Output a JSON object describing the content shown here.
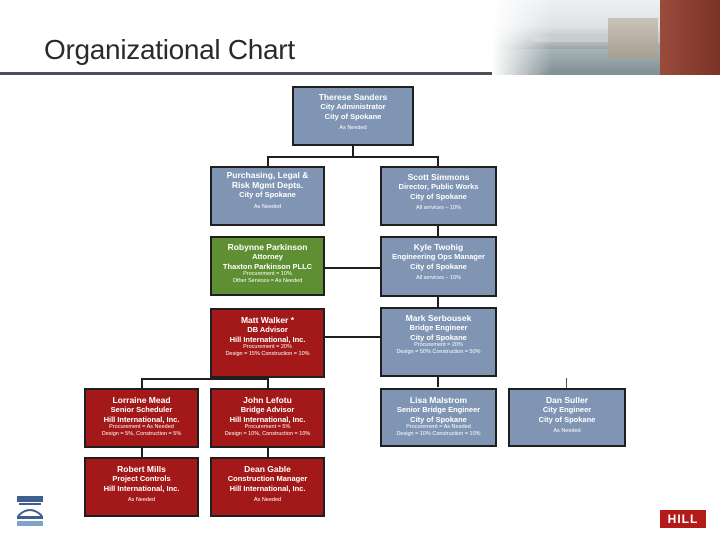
{
  "page": {
    "title": "Organizational Chart"
  },
  "boxes": {
    "sanders": {
      "name": "Therese Sanders",
      "line1": "City Administrator",
      "line2": "City of Spokane",
      "alloc": [
        "As Needed"
      ]
    },
    "purchasing": {
      "name": "Purchasing, Legal &",
      "line1": "Risk Mgmt Depts.",
      "line2": "City of Spokane",
      "alloc": [
        "As Needed"
      ]
    },
    "simmons": {
      "name": "Scott Simmons",
      "line1": "Director, Public Works",
      "line2": "City of Spokane",
      "alloc": [
        "All services – 10%"
      ]
    },
    "parkinson": {
      "name": "Robynne Parkinson",
      "line1": "Attorney",
      "line2": "Thaxton Parkinson PLLC",
      "alloc": [
        "Procurement = 10%",
        "Other Services = As Needed"
      ]
    },
    "twohig": {
      "name": "Kyle Twohig",
      "line1": "Engineering Ops Manager",
      "line2": "City of Spokane",
      "alloc": [
        "All services – 10%"
      ]
    },
    "walker": {
      "name": "Matt Walker *",
      "line1": "DB Advisor",
      "line2": "Hill International, Inc.",
      "alloc": [
        "Procurement = 20%",
        "Design = 15% Construction = 10%"
      ]
    },
    "serbousek": {
      "name": "Mark Serbousek",
      "line1": "Bridge Engineer",
      "line2": "City of Spokane",
      "alloc": [
        "Procurement = 20%",
        "Design = 50% Construction = 50%"
      ]
    },
    "mead": {
      "name": "Lorraine Mead",
      "line1": "Senior Scheduler",
      "line2": "Hill International, Inc.",
      "alloc": [
        "Procurement = As Needed",
        "Design = 5%, Construction = 5%"
      ]
    },
    "lefotu": {
      "name": "John Lefotu",
      "line1": "Bridge Advisor",
      "line2": "Hill International, Inc.",
      "alloc": [
        "Procurement = 5%",
        "Design = 10%, Construction = 10%"
      ]
    },
    "malstrom": {
      "name": "Lisa Malstrom",
      "line1": "Senior Bridge Engineer",
      "line2": "City of Spokane",
      "alloc": [
        "Procurement = As Needed",
        "Design = 10% Construction = 10%"
      ]
    },
    "suller": {
      "name": "Dan Suller",
      "line1": "City Engineer",
      "line2": "City of Spokane",
      "alloc": [
        "As Needed"
      ]
    },
    "mills": {
      "name": "Robert Mills",
      "line1": "Project Controls",
      "line2": "Hill International, Inc.",
      "alloc": [
        "As Needed"
      ]
    },
    "gable": {
      "name": "Dean Gable",
      "line1": "Construction Manager",
      "line2": "Hill International, Inc.",
      "alloc": [
        "As Needed"
      ]
    }
  },
  "logos": {
    "hill": "HILL"
  },
  "colors": {
    "city": "#7f95b3",
    "attorney": "#5e8f32",
    "hill": "#a31919"
  }
}
